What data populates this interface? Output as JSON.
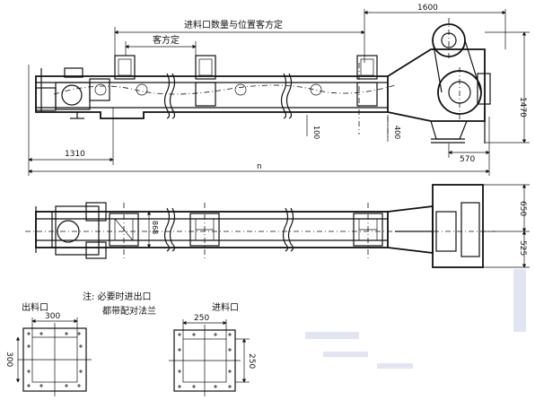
{
  "top_view": {
    "inlet_note": "进料口数量与位置客方定",
    "customer_note": "客方定",
    "dim_1600": "1600",
    "dim_1470": "1470",
    "dim_1310": "1310",
    "dim_n": "n",
    "dim_100": "100",
    "dim_400": "400",
    "dim_570": "570"
  },
  "plan_view": {
    "dim_868": "868",
    "dim_650": "650",
    "dim_525": "525"
  },
  "outlet": {
    "title": "出料口",
    "width": "300",
    "height": "300"
  },
  "inlet": {
    "title": "进料口",
    "width": "250",
    "height": "250"
  },
  "note": {
    "line1": "注: 必要时进出口",
    "line2": "都带配对法兰"
  }
}
